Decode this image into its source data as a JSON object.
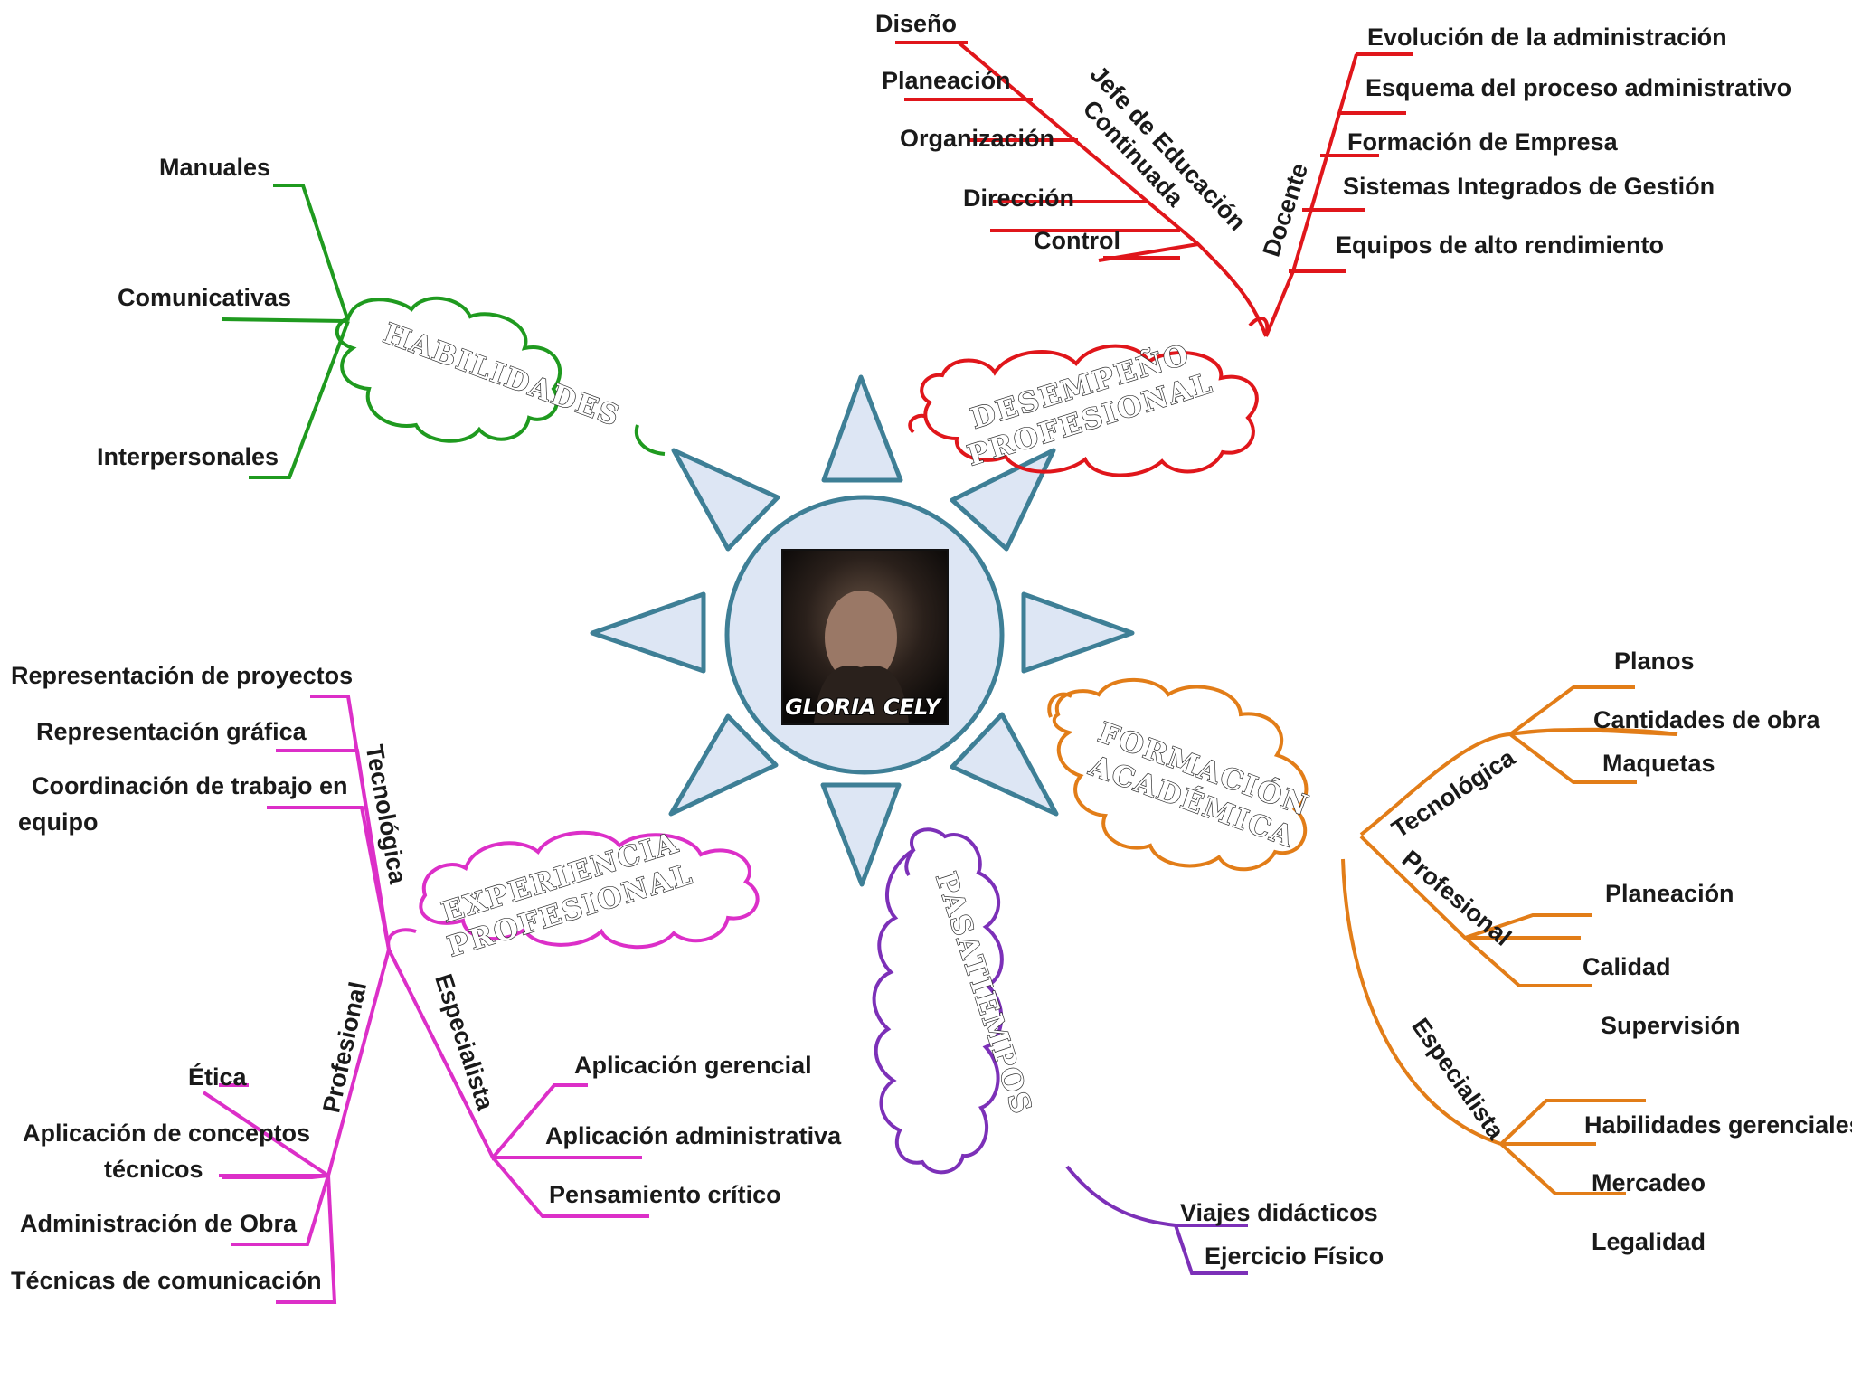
{
  "center": {
    "name": "GLORIA CELY",
    "photo_icon": "portrait-photo"
  },
  "colors": {
    "star": "#3e7f96",
    "star_fill": "#dde6f4",
    "habilidades": "#1f9a1f",
    "desempeno": "#e0161b",
    "formacion": "#e27d18",
    "experiencia": "#dc2fc8",
    "pasatiempos": "#7c30b8"
  },
  "habilidades": {
    "title": "HABILIDADES",
    "items": [
      "Manuales",
      "Comunicativas",
      "Interpersonales"
    ]
  },
  "desempeno": {
    "title_line1": "DESEMPEÑO",
    "title_line2": "PROFESIONAL",
    "jefe": {
      "label_line1": "Jefe de Educación",
      "label_line2": "Continuada",
      "items": [
        "Diseño",
        "Planeación",
        "Organización",
        "Dirección",
        "Control"
      ]
    },
    "docente": {
      "label": "Docente",
      "items": [
        "Evolución de la administración",
        "Esquema del proceso administrativo",
        "Formación de Empresa",
        "Sistemas Integrados de Gestión",
        "Equipos de alto rendimiento"
      ]
    }
  },
  "formacion": {
    "title_line1": "FORMACIÓN",
    "title_line2": "ACADÉMICA",
    "tecnologica": {
      "label": "Tecnológica",
      "items": [
        "Planos",
        "Cantidades de obra",
        "Maquetas"
      ]
    },
    "profesional": {
      "label": "Profesional",
      "items": [
        "Planeación",
        "Calidad",
        "Supervisión"
      ]
    },
    "especialista": {
      "label": "Especialista",
      "items": [
        "Habilidades gerenciales",
        "Mercadeo",
        "Legalidad"
      ]
    }
  },
  "experiencia": {
    "title_line1": "EXPERIENCIA",
    "title_line2": "PROFESIONAL",
    "tecnologica": {
      "label": "Tecnológica",
      "items": [
        "Representación de proyectos",
        "Representación gráfica",
        "Coordinación de trabajo en",
        "equipo"
      ]
    },
    "profesional": {
      "label": "Profesional",
      "items": [
        "Ética",
        "Aplicación de conceptos",
        "técnicos",
        "Administración de Obra",
        "Técnicas de comunicación"
      ]
    },
    "especialista": {
      "label": "Especialista",
      "items": [
        "Aplicación gerencial",
        "Aplicación administrativa",
        "Pensamiento crítico"
      ]
    }
  },
  "pasatiempos": {
    "title": "PASATIEMPOS",
    "items": [
      "Viajes didácticos",
      "Ejercicio Físico"
    ]
  }
}
